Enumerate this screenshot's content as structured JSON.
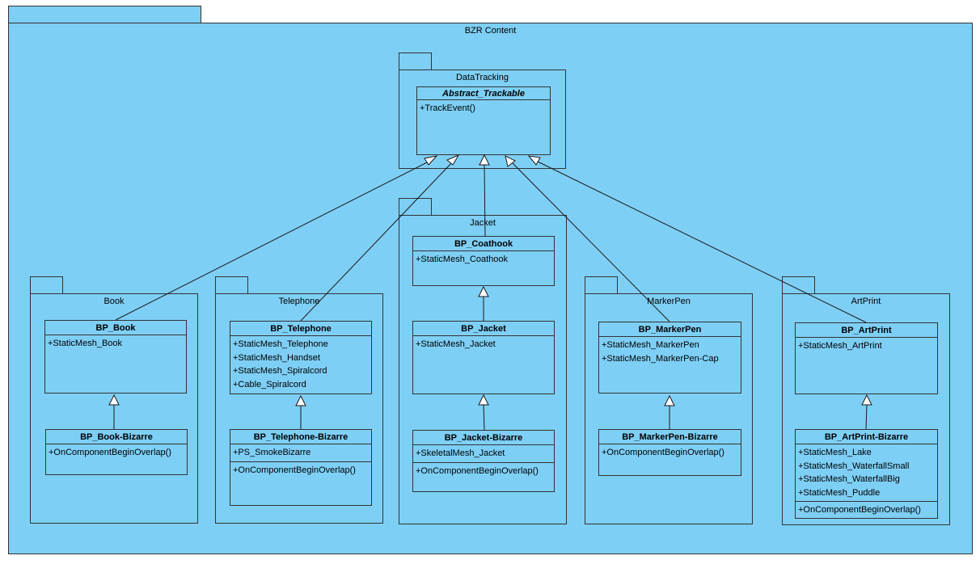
{
  "packages": {
    "bzr": "BZR Content",
    "data_tracking": "DataTracking",
    "book": "Book",
    "telephone": "Telephone",
    "jacket": "Jacket",
    "marker_pen": "MarkerPen",
    "art_print": "ArtPrint"
  },
  "classes": {
    "abstract_trackable": {
      "name": "Abstract_Trackable",
      "operations": [
        "+TrackEvent()"
      ]
    },
    "bp_book": {
      "name": "BP_Book",
      "attributes": [
        "+StaticMesh_Book"
      ]
    },
    "bp_book_bizarre": {
      "name": "BP_Book-Bizarre",
      "operations": [
        "+OnComponentBeginOverlap()"
      ]
    },
    "bp_telephone": {
      "name": "BP_Telephone",
      "attributes": [
        "+StaticMesh_Telephone",
        "+StaticMesh_Handset",
        "+StaticMesh_Spiralcord",
        "+Cable_Spiralcord"
      ]
    },
    "bp_telephone_bizarre": {
      "name": "BP_Telephone-Bizarre",
      "attributes": [
        "+PS_SmokeBizarre"
      ],
      "operations": [
        "+OnComponentBeginOverlap()"
      ]
    },
    "bp_coathook": {
      "name": "BP_Coathook",
      "attributes": [
        "+StaticMesh_Coathook"
      ]
    },
    "bp_jacket": {
      "name": "BP_Jacket",
      "attributes": [
        "+StaticMesh_Jacket"
      ]
    },
    "bp_jacket_bizarre": {
      "name": "BP_Jacket-Bizarre",
      "attributes": [
        "+SkeletalMesh_Jacket"
      ],
      "operations": [
        "+OnComponentBeginOverlap()"
      ]
    },
    "bp_markerpen": {
      "name": "BP_MarkerPen",
      "attributes": [
        "+StaticMesh_MarkerPen",
        "+StaticMesh_MarkerPen-Cap"
      ]
    },
    "bp_markerpen_bizarre": {
      "name": "BP_MarkerPen-Bizarre",
      "operations": [
        "+OnComponentBeginOverlap()"
      ]
    },
    "bp_artprint": {
      "name": "BP_ArtPrint",
      "attributes": [
        "+StaticMesh_ArtPrint"
      ]
    },
    "bp_artprint_bizarre": {
      "name": "BP_ArtPrint-Bizarre",
      "attributes": [
        "+StaticMesh_Lake",
        "+StaticMesh_WaterfallSmall",
        "+StaticMesh_WaterfallBig",
        "+StaticMesh_Puddle"
      ],
      "operations": [
        "+OnComponentBeginOverlap()"
      ]
    }
  },
  "colors": {
    "fill": "#7ECFF5",
    "line": "#333333"
  }
}
